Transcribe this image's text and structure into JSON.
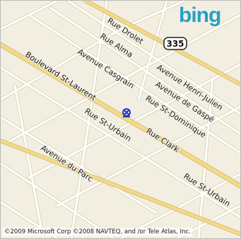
{
  "map": {
    "brand": "bing",
    "route_shield": "335",
    "copyright": "©2009 Microsoft Corp ©2008 NAVTEQ, and /or Tele Atlas, Inc.",
    "colors": {
      "land": "#f2efe2",
      "street": "#ffffff",
      "street_casing": "#d9d2a8",
      "major_street": "#f3d98a",
      "pin": "#2233cc",
      "logo": "#2a9ec8"
    },
    "streets": [
      "Rue Drolet",
      "Rue Alma",
      "Avenue Casgrain",
      "Boulevard St-Laurent",
      "Avenue Henri-Julien",
      "Avenue de Gaspé",
      "Rue St-Dominique",
      "Rue St-Urbain",
      "Rue Clark",
      "Avenue du Parc",
      "Rue St-Urbain"
    ]
  }
}
